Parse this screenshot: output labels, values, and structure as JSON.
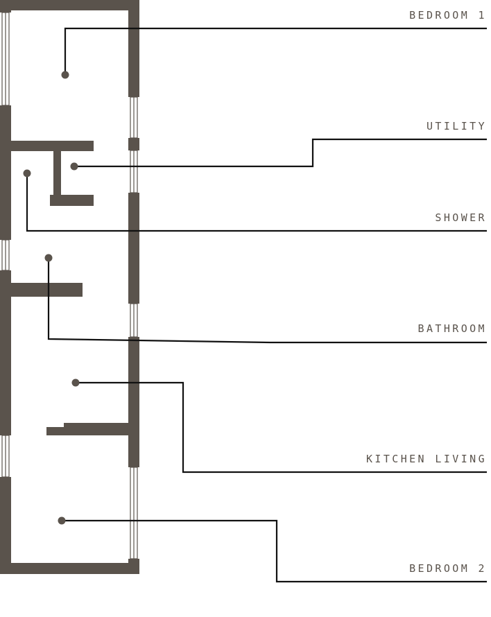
{
  "colors": {
    "wall": "#5a534c",
    "leader": "#111111",
    "label": "#5a534c",
    "window": "#ffffff",
    "background": "#ffffff"
  },
  "rooms": [
    {
      "id": "bedroom-1",
      "label": "BEDROOM 1"
    },
    {
      "id": "utility",
      "label": "UTILITY"
    },
    {
      "id": "shower",
      "label": "SHOWER"
    },
    {
      "id": "bathroom",
      "label": "BATHROOM"
    },
    {
      "id": "kitchen-living",
      "label": "KITCHEN LIVING"
    },
    {
      "id": "bedroom-2",
      "label": "BEDROOM 2"
    }
  ]
}
